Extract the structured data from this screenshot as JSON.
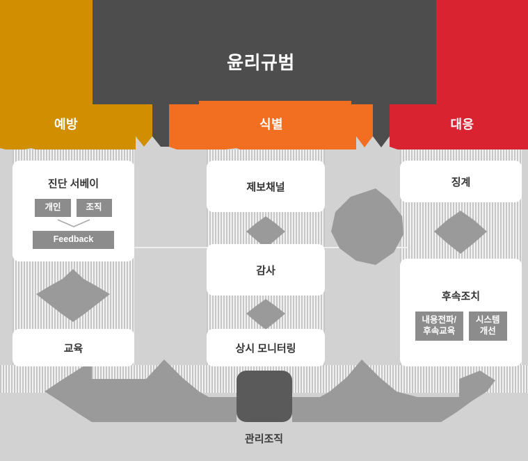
{
  "diagram": {
    "title": "윤리규범",
    "colors": {
      "prevent": "#d18f00",
      "ethics": "#4d4d4d",
      "detect": "#f26f21",
      "respond": "#da2330",
      "background": "#d2d2d2",
      "card": "#ffffff",
      "pill": "#8c8c8c",
      "blob": "#9a9a9a",
      "hub": "#5a5a5a"
    },
    "banner": {
      "ethics_label": "윤리규범",
      "pillars": [
        {
          "key": "prevent",
          "label": "예방"
        },
        {
          "key": "detect",
          "label": "식별"
        },
        {
          "key": "respond",
          "label": "대응"
        }
      ]
    },
    "columns": [
      {
        "key": "prevent",
        "cards": [
          {
            "key": "survey",
            "title": "진단 서베이",
            "pills": [
              "개인",
              "조직"
            ],
            "result": "Feedback"
          },
          {
            "key": "education",
            "title": "교육",
            "pills": []
          }
        ]
      },
      {
        "key": "detect",
        "cards": [
          {
            "key": "report-channel",
            "title": "제보채널",
            "pills": []
          },
          {
            "key": "audit",
            "title": "감사",
            "pills": []
          },
          {
            "key": "monitoring",
            "title": "상시 모니터링",
            "pills": []
          }
        ]
      },
      {
        "key": "respond",
        "cards": [
          {
            "key": "discipline",
            "title": "징계",
            "pills": []
          },
          {
            "key": "follow-up",
            "title": "후속조치",
            "pills": [
              "내용전파/\n후속교육",
              "시스템\n개선"
            ]
          }
        ]
      }
    ],
    "footer": {
      "label": "관리조직"
    }
  }
}
